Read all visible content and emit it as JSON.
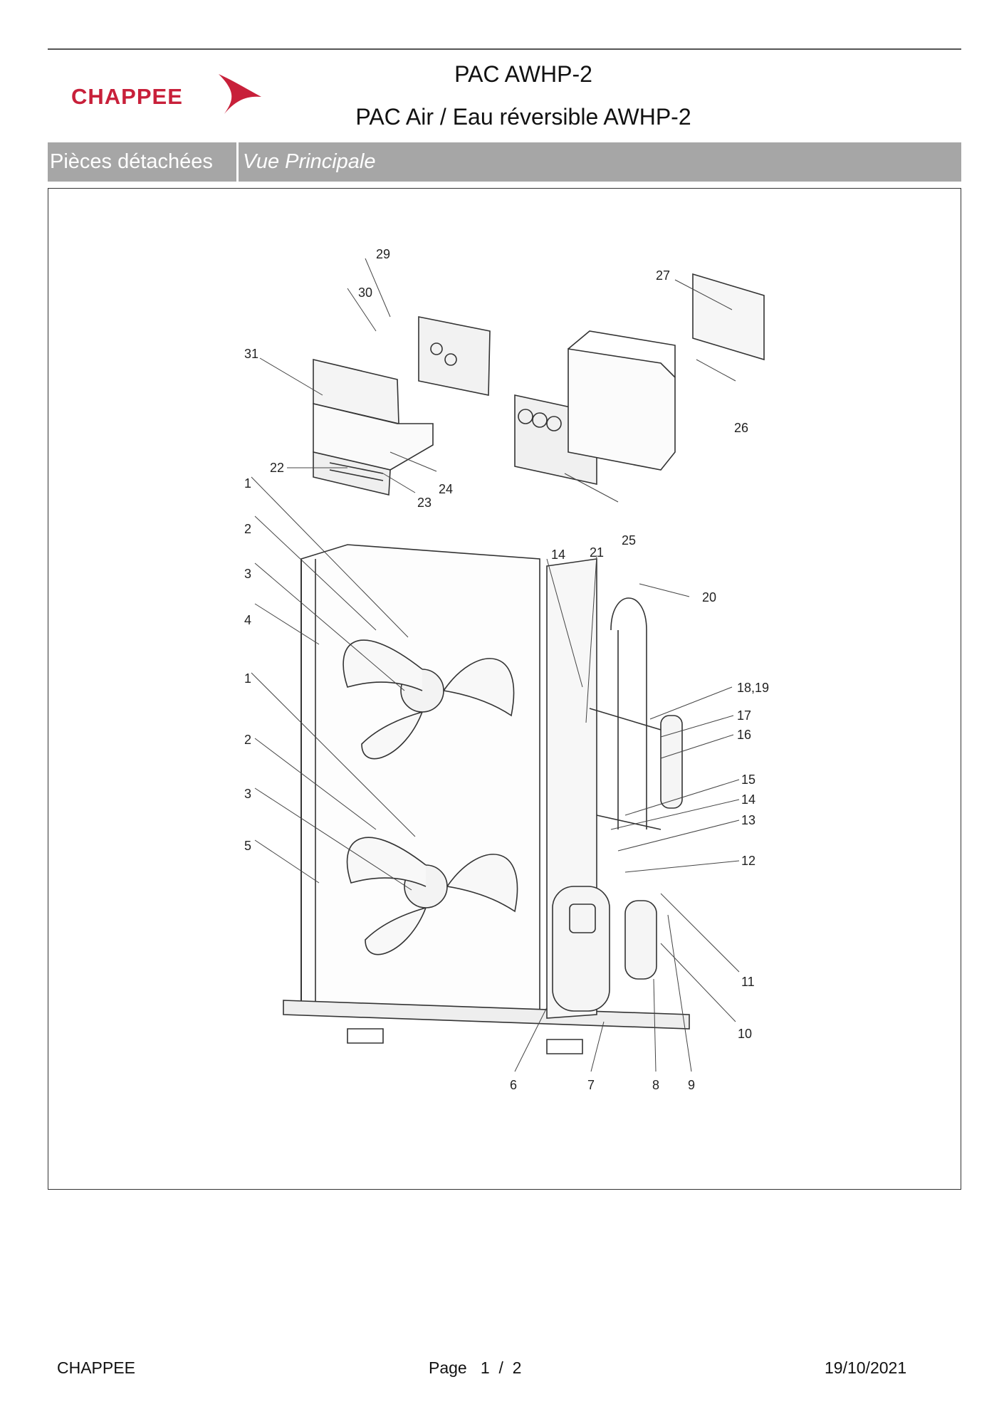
{
  "header": {
    "logo_text": "CHAPPEE",
    "title": "PAC AWHP-2",
    "subtitle": "PAC Air / Eau réversible AWHP-2"
  },
  "section": {
    "category": "Pièces détachées",
    "view": "Vue Principale"
  },
  "diagram": {
    "callouts": [
      "29",
      "30",
      "31",
      "27",
      "26",
      "22",
      "24",
      "23",
      "25",
      "1",
      "2",
      "3",
      "4",
      "14",
      "21",
      "20",
      "18,19",
      "17",
      "16",
      "1",
      "2",
      "3",
      "5",
      "15",
      "14",
      "13",
      "12",
      "11",
      "10",
      "6",
      "7",
      "8",
      "9"
    ]
  },
  "footer": {
    "brand": "CHAPPEE",
    "page_label": "Page   1  /  2",
    "date": "19/10/2021"
  },
  "colors": {
    "brand_red": "#c8203a",
    "section_bar": "#a6a6a6"
  }
}
